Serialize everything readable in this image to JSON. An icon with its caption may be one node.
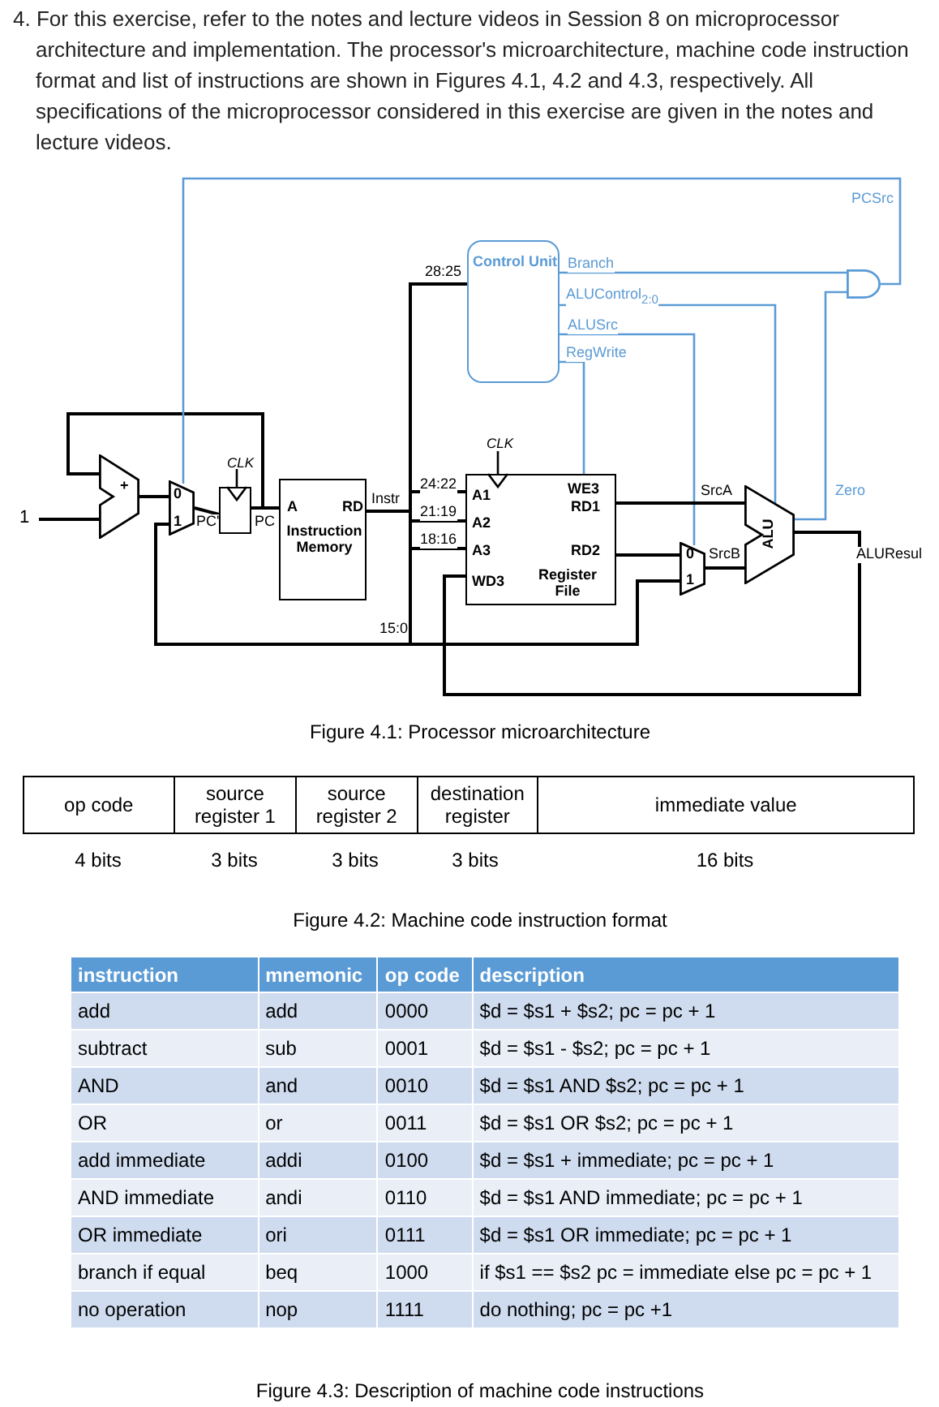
{
  "diagram": {
    "nodes": [
      {
        "text": [
          "1"
        ]
      },
      {
        "text": [
          "+"
        ]
      },
      {
        "text": [
          "0",
          "1"
        ]
      },
      {
        "text": [],
        "shape": "box",
        "beside": [
          "CLK"
        ]
      },
      {
        "text": [
          "A",
          "RD",
          "Instruction Memory"
        ]
      },
      {
        "text": [
          "Control Unit"
        ]
      },
      {
        "text": [
          "A1",
          "A2",
          "A3",
          "WD3",
          "WE3",
          "RD1",
          "RD2",
          "Register File"
        ],
        "beside": [
          "CLK"
        ]
      },
      {
        "text": [
          "0",
          "1"
        ]
      },
      {
        "text": [
          "ALU"
        ]
      },
      {
        "text": [],
        "shape": "gate"
      }
    ],
    "edges": [
      {
        "from": 0,
        "to": 1,
        "arrow": "none"
      },
      {
        "from": 1,
        "to": 2,
        "arrow": "none"
      },
      {
        "from": 2,
        "to": 3,
        "arrow": "none",
        "label": "PC'"
      },
      {
        "from": 3,
        "to": 4,
        "arrow": "none",
        "label": "PC"
      },
      {
        "from": 3,
        "to": 1,
        "arrow": "none"
      },
      {
        "from": 4,
        "to": 5,
        "arrow": "none",
        "label": "28:25"
      },
      {
        "from": 4,
        "to": 6,
        "arrow": "none",
        "label": "24:22"
      },
      {
        "from": 4,
        "to": 6,
        "arrow": "none",
        "label": "21:19"
      },
      {
        "from": 4,
        "to": 6,
        "arrow": "none",
        "label": "18:16"
      },
      {
        "from": 4,
        "to": 2,
        "arrow": "none",
        "label": "15:0"
      },
      {
        "from": 4,
        "to": 7,
        "arrow": "none"
      },
      {
        "from": 5,
        "to": 9,
        "arrow": "none",
        "label": "Branch",
        "color": "#5b9bd5"
      },
      {
        "from": 5,
        "to": 8,
        "arrow": "none",
        "label": "ALUControl$_{2:0}$",
        "color": "#5b9bd5"
      },
      {
        "from": 5,
        "to": 7,
        "arrow": "none",
        "label": "ALUSrc",
        "color": "#5b9bd5"
      },
      {
        "from": 5,
        "to": 6,
        "arrow": "none",
        "label": "RegWrite",
        "color": "#5b9bd5"
      },
      {
        "from": 9,
        "to": 2,
        "arrow": "none",
        "label": "PCSrc",
        "color": "#5b9bd5"
      },
      {
        "from": 6,
        "to": 8,
        "arrow": "none",
        "label": "SrcA"
      },
      {
        "from": 6,
        "to": 7,
        "arrow": "none"
      },
      {
        "from": 7,
        "to": 8,
        "arrow": "none",
        "label": "SrcB"
      },
      {
        "from": 8,
        "to": 9,
        "arrow": "none",
        "label": "Zero",
        "color": "#5b9bd5"
      },
      {
        "from": 8,
        "to": 6,
        "arrow": "none",
        "label": "ALUResul"
      }
    ],
    "labels": [
      "4. For this exercise, refer to the notes and lecture videos in Session 8 on microprocessor architecture and implementation. The processor's microarchitecture, machine code instruction format and list of instructions are shown in Figures 4.1, 4.2 and 4.3, respectively. All specifications of the microprocessor considered in this exercise are given in the notes and lecture videos.",
      "Instr",
      "Figure 4.1: Processor microarchitecture",
      "op code",
      "source register 1",
      "source register 2",
      "destination register",
      "immediate value",
      "4 bits",
      "3 bits",
      "3 bits",
      "3 bits",
      "16 bits",
      "Figure 4.2: Machine code instruction format",
      "instruction",
      "mnemonic",
      "op code",
      "description",
      "add",
      "add",
      "0000",
      "$d = $s1 + $s2; pc = pc + 1",
      "subtract",
      "sub",
      "0001",
      "$d = $s1 - $s2; pc = pc + 1",
      "AND",
      "and",
      "0010",
      "$d = $s1 AND $s2; pc = pc + 1",
      "OR",
      "or",
      "0011",
      "$d = $s1 OR $s2; pc = pc + 1",
      "add immediate",
      "addi",
      "0100",
      "$d = $s1 + immediate; pc = pc + 1",
      "AND immediate",
      "andi",
      "0110",
      "$d = $s1 AND immediate; pc = pc + 1",
      "OR immediate",
      "ori",
      "0111",
      "$d = $s1 OR immediate; pc = pc + 1",
      "branch if equal",
      "beq",
      "1000",
      "if $s1 == $s2  pc = immediate else pc = pc + 1",
      "no operation",
      "nop",
      "1111",
      "do nothing; pc = pc +1",
      "Figure 4.3: Description of machine code instructions"
    ]
  }
}
